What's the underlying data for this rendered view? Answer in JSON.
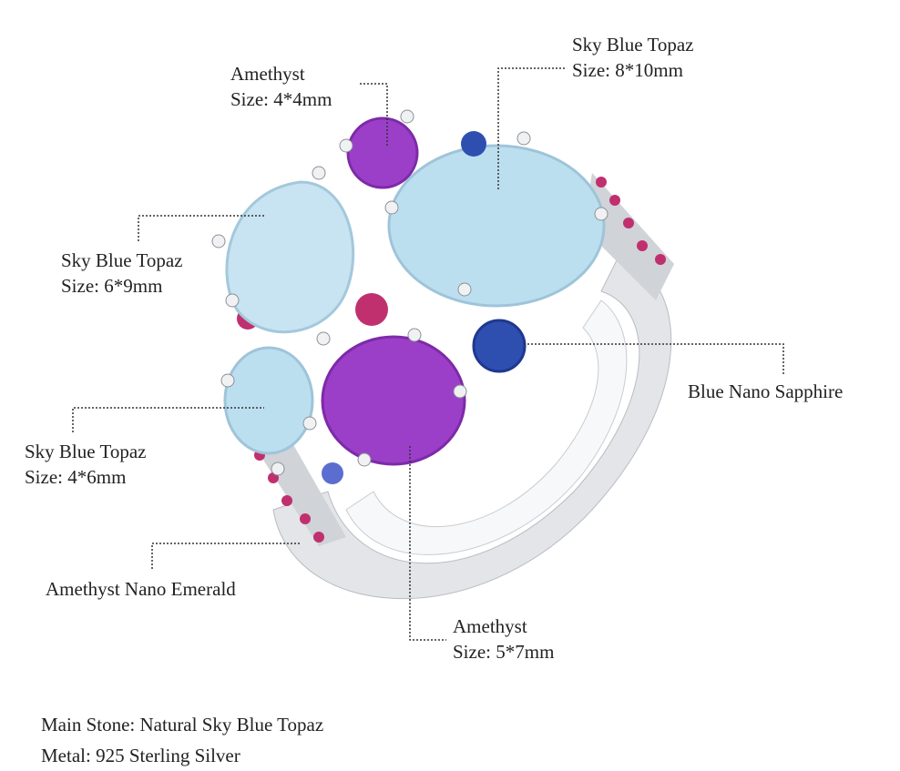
{
  "callouts": {
    "amethyst_small": {
      "name": "Amethyst",
      "size": "Size: 4*4mm"
    },
    "topaz_large": {
      "name": "Sky Blue Topaz",
      "size": "Size: 8*10mm"
    },
    "topaz_pear": {
      "name": "Sky Blue Topaz",
      "size": "Size: 6*9mm"
    },
    "sapphire": {
      "name": "Blue Nano Sapphire"
    },
    "topaz_small": {
      "name": "Sky Blue Topaz",
      "size": "Size: 4*6mm"
    },
    "nano_emerald": {
      "name": "Amethyst Nano Emerald"
    },
    "amethyst_oval": {
      "name": "Amethyst",
      "size": "Size: 5*7mm"
    }
  },
  "specs": {
    "main_stone": "Main Stone: Natural Sky Blue Topaz",
    "metal": "Metal: 925 Sterling Silver"
  },
  "colors": {
    "topaz": "#bcdff0",
    "amethyst": "#9b3fc8",
    "sapphire": "#2f4fb0",
    "ruby": "#c0306e",
    "silver": "#d8dadd"
  }
}
